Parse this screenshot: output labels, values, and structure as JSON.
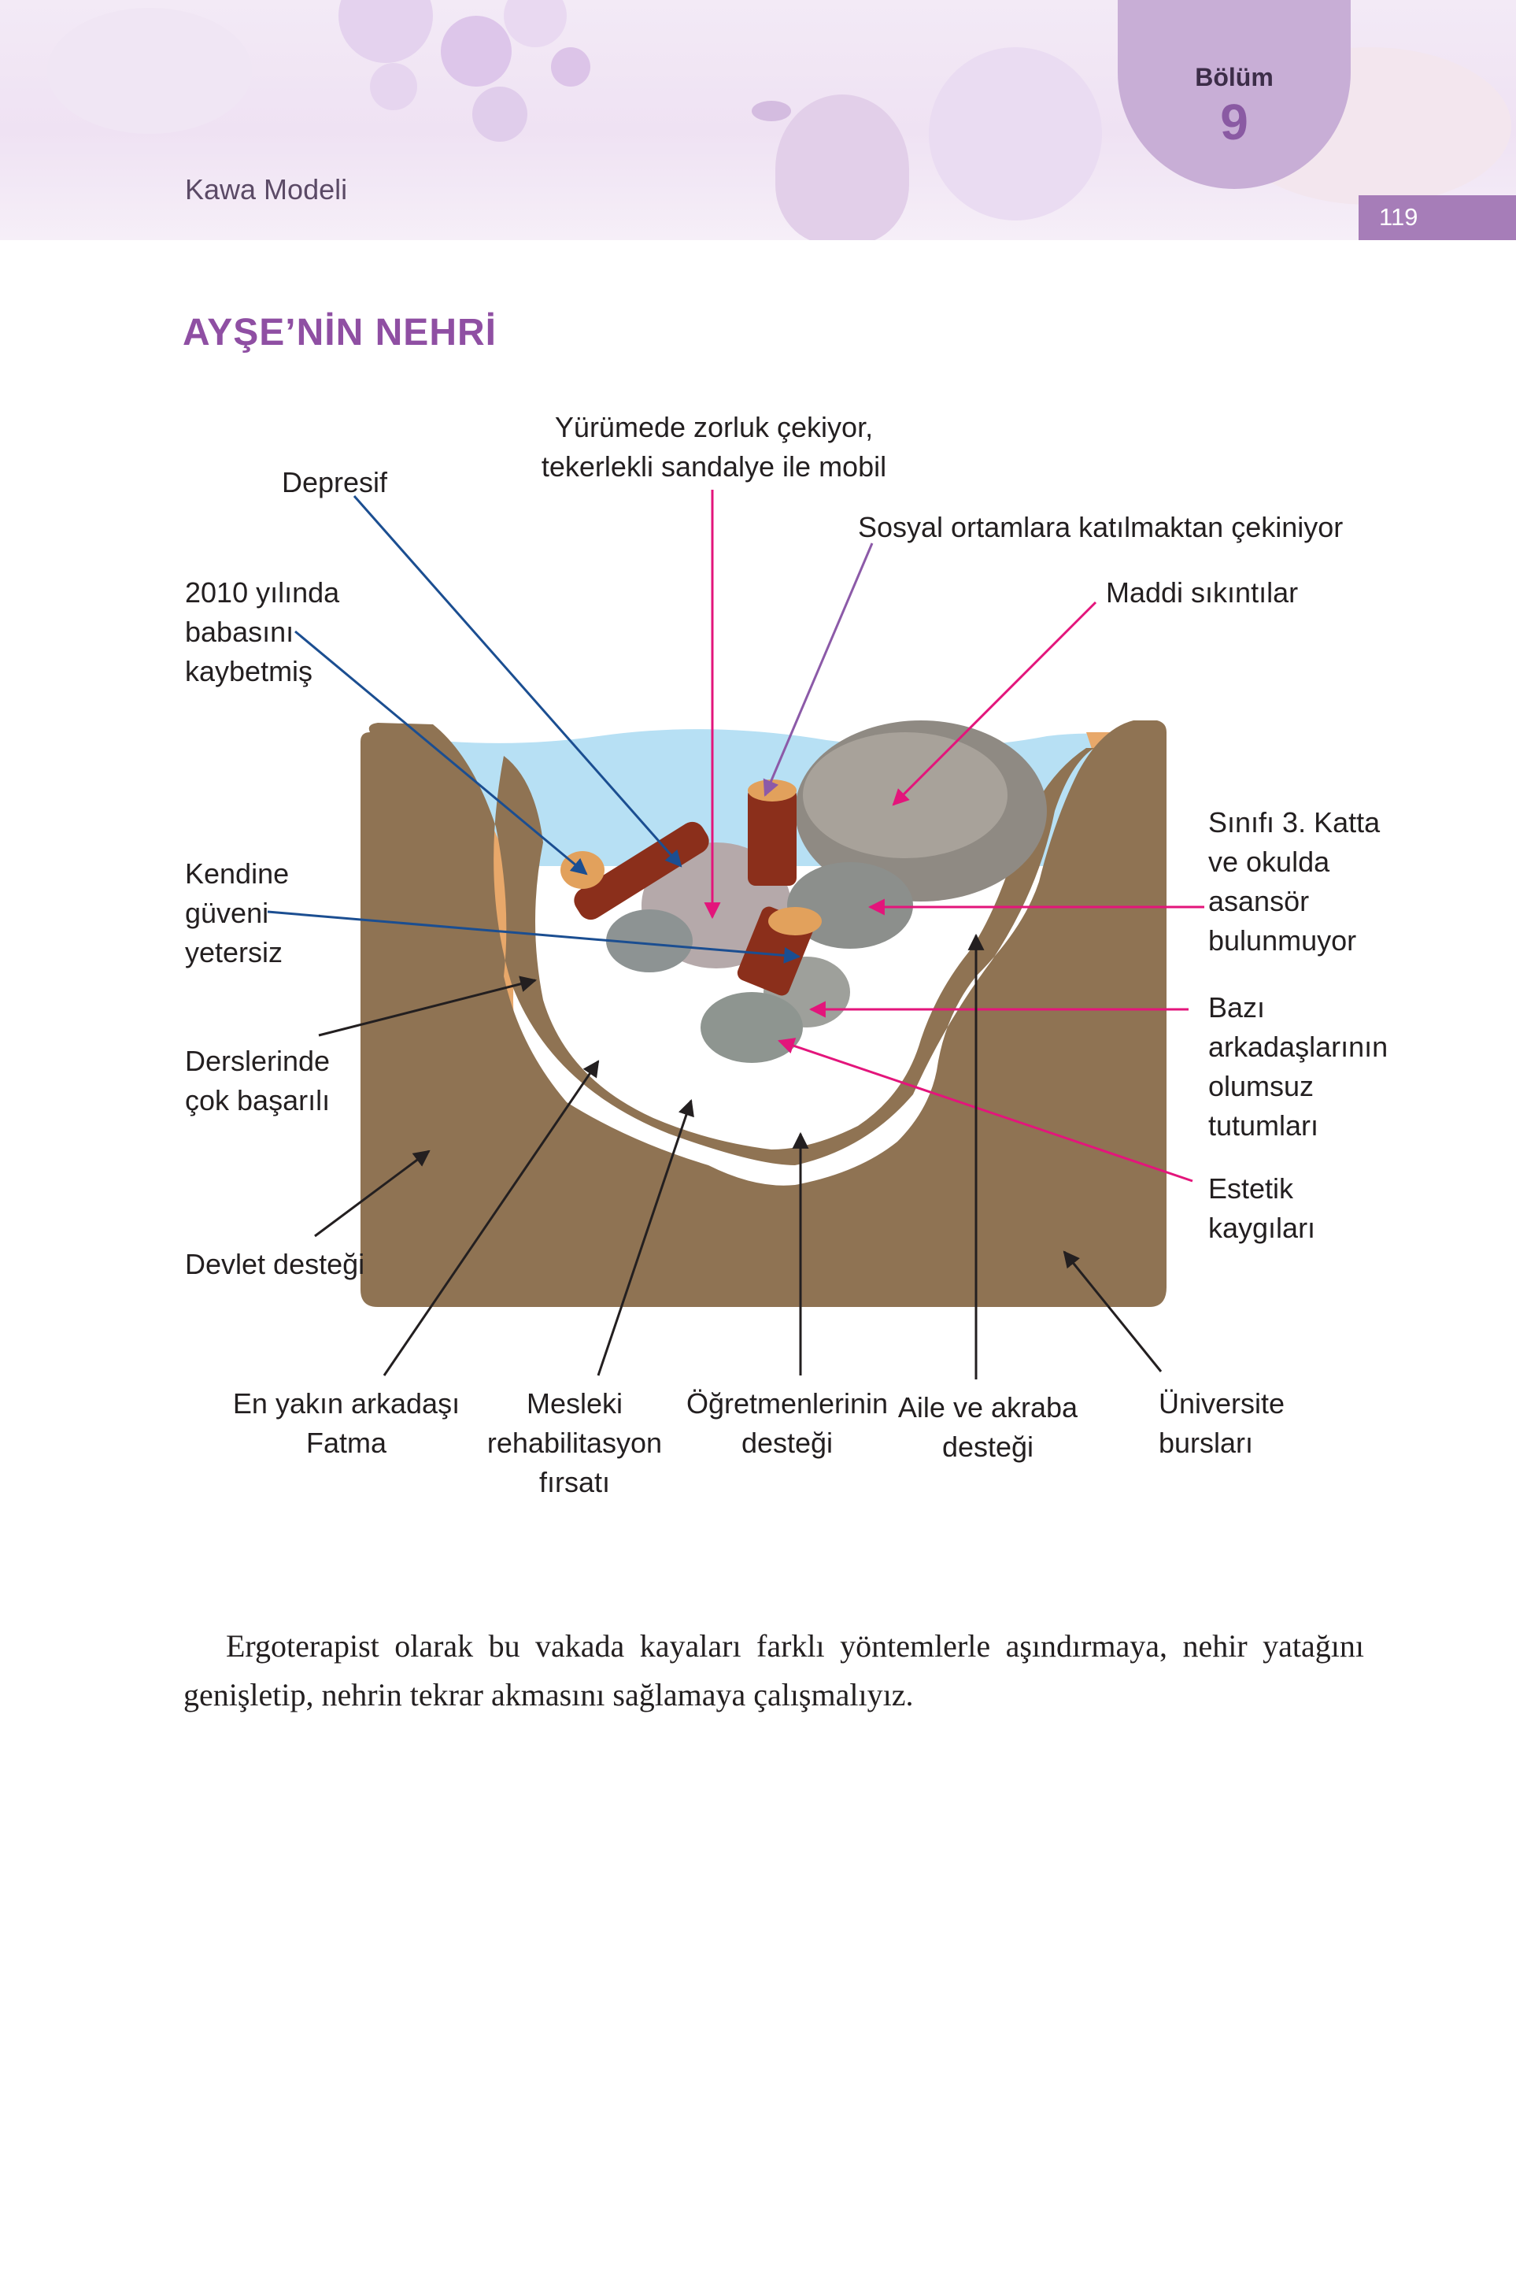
{
  "header": {
    "running_title": "Kawa Modeli",
    "chapter_label": "Bölüm",
    "chapter_number": "9",
    "page_number": "119",
    "accent_color": "#a67db8"
  },
  "figure": {
    "title": "AYŞE’NİN NEHRİ",
    "labels": {
      "depresif": "Depresif",
      "yurume_1": "Yürümede zorluk çekiyor,",
      "yurume_2": "tekerlekli sandalye ile mobil",
      "sosyal": "Sosyal ortamlara katılmaktan çekiniyor",
      "maddi": "Maddi sıkıntılar",
      "baba_1": "2010 yılında",
      "baba_2": "babasını",
      "baba_3": "kaybetmiş",
      "kendine_1": "Kendine",
      "kendine_2": "güveni",
      "kendine_3": "yetersiz",
      "dersler_1": "Derslerinde",
      "dersler_2": "çok başarılı",
      "devlet": "Devlet desteği",
      "sinif_1": "Sınıfı 3. Katta",
      "sinif_2": "ve okulda",
      "sinif_3": "asansör",
      "sinif_4": "bulunmuyor",
      "bazi_1": "Bazı",
      "bazi_2": "arkadaşlarının",
      "bazi_3": "olumsuz",
      "bazi_4": "tutumları",
      "estetik_1": "Estetik",
      "estetik_2": "kaygıları",
      "fatma_1": "En yakın arkadaşı",
      "fatma_2": "Fatma",
      "mesleki_1": "Mesleki",
      "mesleki_2": "rehabilitasyon",
      "mesleki_3": "fırsatı",
      "ogretmen_1": "Öğretmenlerinin",
      "ogretmen_2": "desteği",
      "aile_1": "Aile ve akraba",
      "aile_2": "desteği",
      "universite_1": "Üniversite",
      "universite_2": "bursları"
    },
    "colors": {
      "water": "#b7e0f4",
      "riverbed": "#e8a86a",
      "riverwall": "#8f7353",
      "rock": "#9e9892",
      "driftwood": "#8b2f1b",
      "arrow_blue": "#1b4e91",
      "arrow_magenta": "#e3157b",
      "arrow_purple": "#8c5aa8",
      "arrow_black": "#231f20"
    }
  },
  "body": {
    "paragraph": "Ergoterapist olarak bu vakada kayaları farklı yöntemlerle aşındırmaya, nehir yatağını genişletip, nehrin tekrar akmasını sağlamaya çalışmalıyız."
  }
}
